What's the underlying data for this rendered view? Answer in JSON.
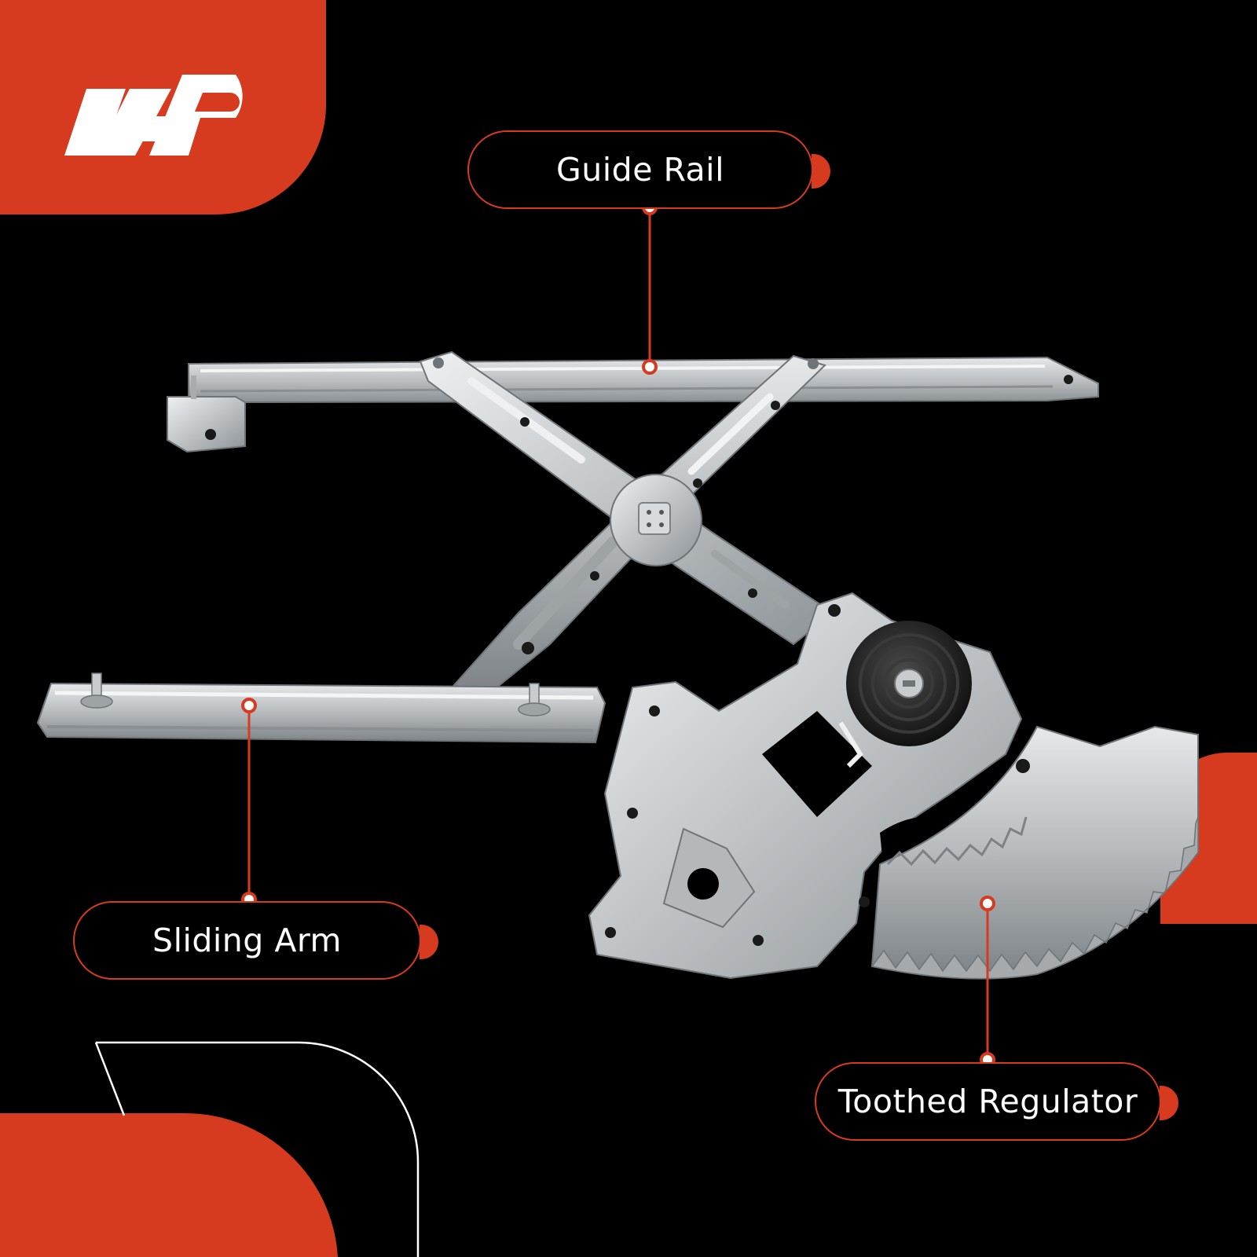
{
  "image": {
    "width": 1600,
    "height": 1600,
    "background": "#000000"
  },
  "brand": {
    "logo_name": "a-premium-logo",
    "accent_color": "#d63b1f",
    "text_color": "#ffffff"
  },
  "product": {
    "name": "window-regulator",
    "metal_color": "#bfc3c6"
  },
  "callouts": {
    "guide_rail": {
      "label": "Guide Rail"
    },
    "sliding_arm": {
      "label": "Sliding Arm"
    },
    "toothed_regulator": {
      "label": "Toothed Regulator"
    }
  }
}
